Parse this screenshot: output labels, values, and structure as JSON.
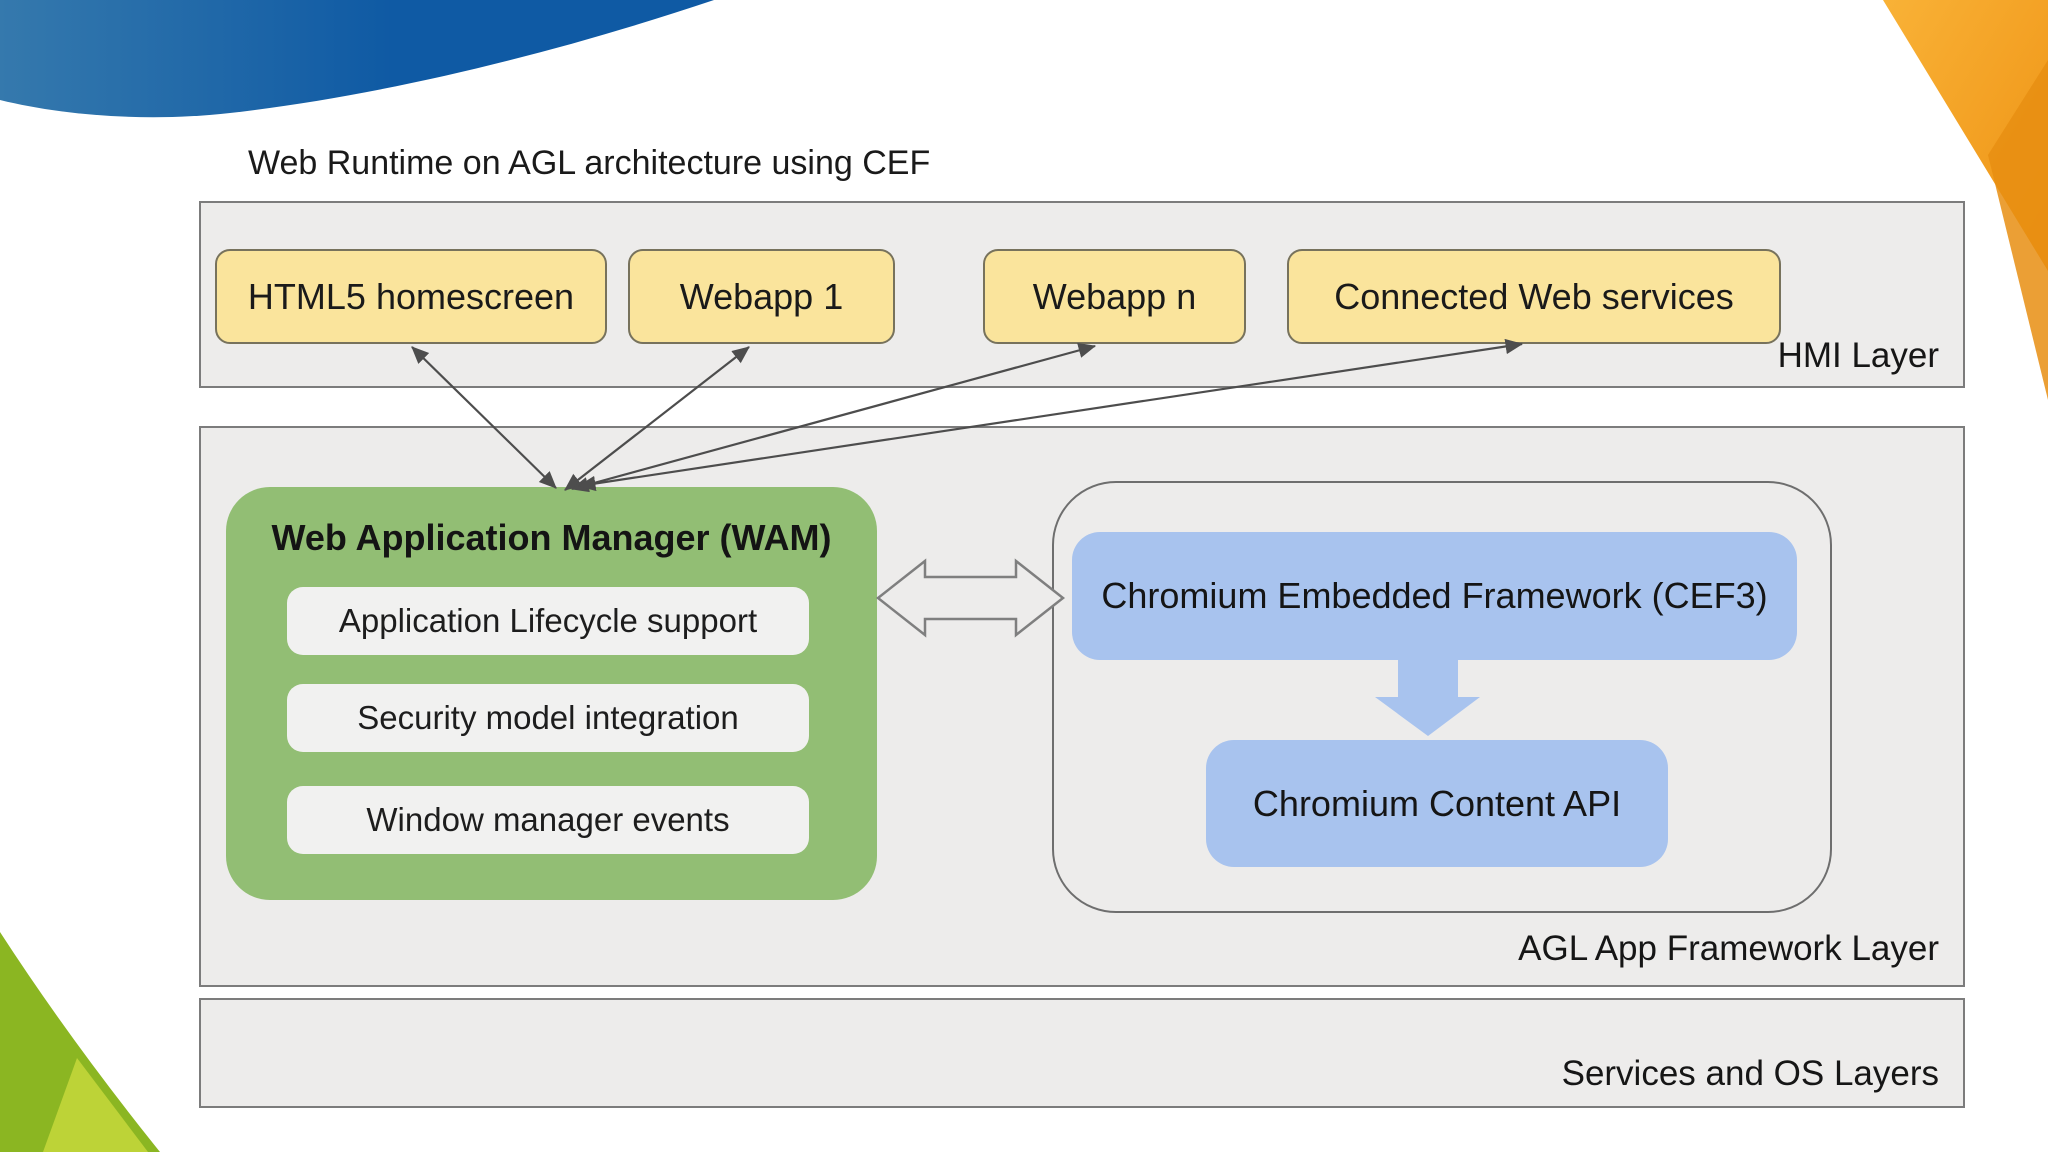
{
  "title": "Web Runtime on AGL architecture using CEF",
  "hmi_layer": {
    "label": "HMI Layer",
    "boxes": [
      "HTML5 homescreen",
      "Webapp 1",
      "Webapp n",
      "Connected Web services"
    ]
  },
  "framework_layer": {
    "label": "AGL App Framework Layer",
    "wam": {
      "title": "Web Application Manager (WAM)",
      "items": [
        "Application Lifecycle support",
        "Security model integration",
        "Window manager events"
      ]
    },
    "cef": {
      "boxes": [
        "Chromium Embedded Framework (CEF3)",
        "Chromium Content API"
      ]
    }
  },
  "services_layer": {
    "label": "Services and OS Layers"
  },
  "colors": {
    "text": "#1a1a1a",
    "layer-fill": "#edeceb",
    "layer-border": "#7c7c7c",
    "yellow-fill": "#fae49c",
    "yellow-border": "#77725c",
    "green-fill": "#92be74",
    "item-fill": "#f1f1f0",
    "blue-fill": "#a8c3ee",
    "arrow": "#4d4d4d",
    "swoosh-a": "#3579ad",
    "swoosh-b": "#0f5aa4",
    "orange-a": "#f9b237",
    "orange-b": "#ee9213",
    "orange-c": "#e88e12",
    "green-dark": "#8bb622",
    "green-light": "#bdd337"
  }
}
